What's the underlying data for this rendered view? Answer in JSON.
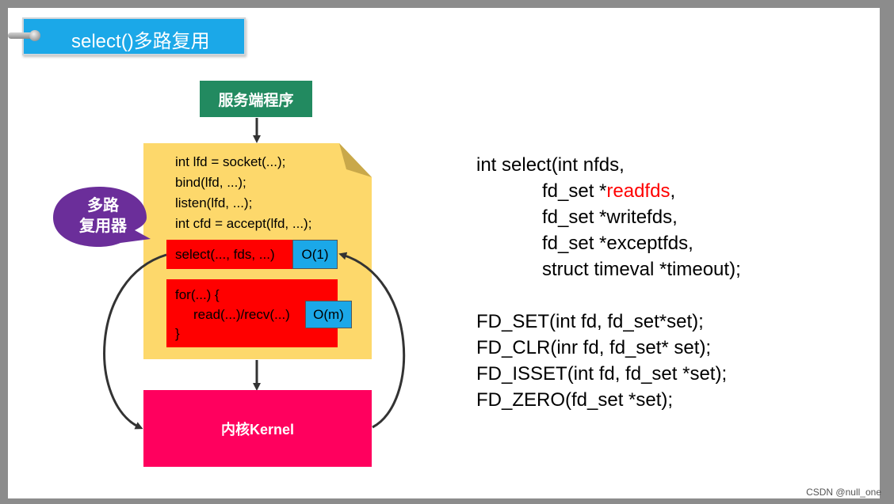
{
  "title": "select()多路复用",
  "server_label": "服务端程序",
  "code_lines": [
    "int lfd = socket(...);",
    "bind(lfd, ...);",
    "listen(lfd, ...);",
    "int cfd = accept(lfd, ...);"
  ],
  "select_call": "select(..., fds, ...)",
  "select_complexity": "O(1)",
  "loop": {
    "line1": "for(...) {",
    "line2": "read(...)/recv(...)",
    "line3": "}"
  },
  "loop_complexity": "O(m)",
  "bubble": {
    "line1": "多路",
    "line2": "复用器"
  },
  "kernel_label": "内核Kernel",
  "signature": {
    "line1": "int select(int nfds,",
    "line2_prefix": "fd_set *",
    "line2_highlight": "readfds",
    "line2_suffix": ",",
    "line3": "fd_set *writefds,",
    "line4": "fd_set *exceptfds,",
    "line5": "struct timeval *timeout);"
  },
  "macros": [
    "FD_SET(int fd, fd_set*set);",
    "FD_CLR(inr fd, fd_set* set);",
    "FD_ISSET(int fd, fd_set *set);",
    "FD_ZERO(fd_set *set);"
  ],
  "watermark": "CSDN @null_one",
  "colors": {
    "title_bg": "#1ba8e8",
    "server_bg": "#228a60",
    "note_bg": "#fdd86b",
    "red": "#ff0000",
    "kernel_bg": "#ff005e",
    "bubble_bg": "#6b2e9a"
  }
}
